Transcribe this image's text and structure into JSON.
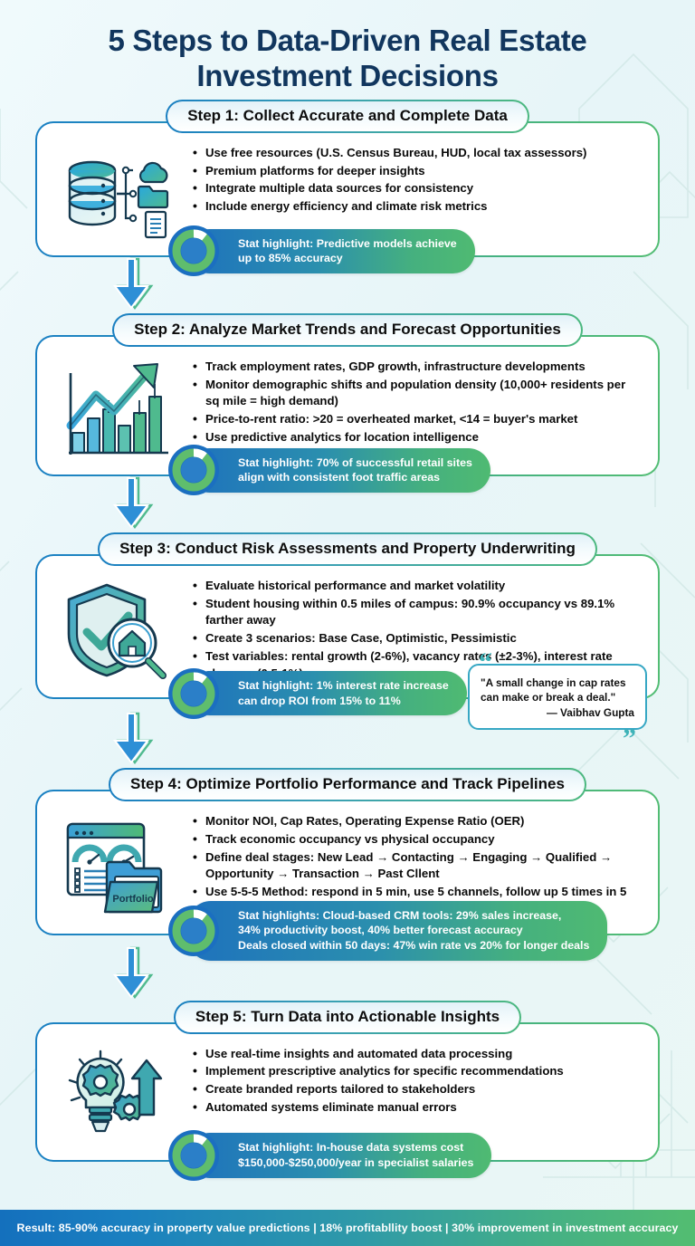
{
  "title": "5 Steps to Data-Driven Real Estate Investment Decisions",
  "steps": [
    {
      "header": "Step 1: Collect Accurate and Complete Data",
      "icon": "database-cloud-folder-document-icon",
      "bullets": [
        "Use free resources (U.S. Census Bureau, HUD, local tax assessors)",
        "Premium platforms for deeper insights",
        "Integrate multiple data sources for consistency",
        "Include energy efficiency and climate risk metrics"
      ],
      "stat": "Stat highlight: Predictive models achieve\nup to 85% accuracy"
    },
    {
      "header": "Step 2: Analyze Market Trends and Forecast Opportunities",
      "icon": "growth-bar-chart-arrow-icon",
      "bullets": [
        "Track employment rates, GDP growth, infrastructure developments",
        "Monitor demographic shifts and population density (10,000+ residents per sq mile = high demand)",
        "Price-to-rent ratio: >20 = overheated market, <14 = buyer's market",
        "Use predictive analytics for location intelligence"
      ],
      "stat": "Stat highlight: 70% of successful retail sites\nalign with consistent foot traffic areas"
    },
    {
      "header": "Step 3: Conduct Risk Assessments and Property Underwriting",
      "icon": "shield-check-magnifier-house-icon",
      "bullets": [
        "Evaluate historical performance and market volatility",
        "Student housing within 0.5 miles of campus: 90.9% occupancy vs 89.1% farther away",
        "Create 3 scenarios: Base Case, Optimistic, Pessimistic",
        "Test variables: rental growth (2-6%), vacancy rates (±2-3%), interest rate changes (0.5-1%)"
      ],
      "stat": "Stat highlight: 1% interest rate increase\ncan drop ROI from 15% to 11%",
      "quote": {
        "text": "\"A small change in cap rates can make or break a deal.\"",
        "author": "— Vaibhav Gupta"
      }
    },
    {
      "header": "Step 4: Optimize Portfolio Performance and Track Pipelines",
      "icon": "dashboard-gauges-portfolio-folder-icon",
      "icon_label": "Portfolio",
      "bullets": [
        "Monitor NOI, Cap Rates, Operating Expense Ratio (OER)",
        "Track economic occupancy vs physical occupancy",
        "Define deal stages: New Lead → Contacting → Engaging → Qualified → Opportunity → Transaction → Past Cllent",
        "Use 5-5-5 Method: respond in 5 min, use 5 channels, follow up 5 times in 5 days"
      ],
      "stat": "Stat highlights: Cloud-based CRM tools: 29% sales increase,\n34% productivity boost, 40% better forecast accuracy\nDeals closed within 50 days: 47% win rate vs 20% for longer deals"
    },
    {
      "header": "Step 5: Turn Data into Actionable Insights",
      "icon": "lightbulb-gears-arrow-icon",
      "bullets": [
        "Use real-time insights and automated data processing",
        "Implement prescriptive analytics for specific recommendations",
        "Create branded reports tailored to stakeholders",
        "Automated systems eliminate manual errors"
      ],
      "stat": "Stat highlight: In-house data systems cost\n$150,000-$250,000/year in specialist salaries"
    }
  ],
  "footer": "Result: 85-90% accuracy in property value predictions | 18% profitabllity boost | 30% improvement in investment accuracy",
  "colors": {
    "background": "#eaf6f8",
    "title": "#11365e",
    "accent_blue": "#1a80c3",
    "accent_green": "#4fba72",
    "accent_teal": "#36a7c4"
  }
}
